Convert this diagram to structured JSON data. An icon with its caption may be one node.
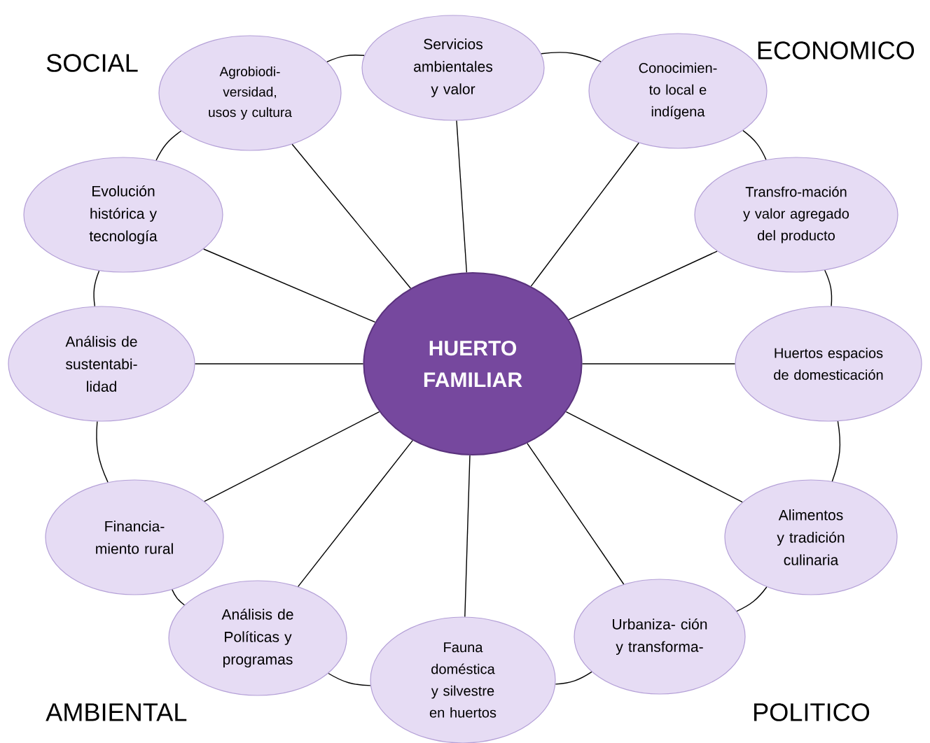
{
  "diagram": {
    "nodes": [
      {
        "text": [
          "HUERTO FAMILIAR"
        ]
      },
      {
        "text": [
          "Servicios ambientales y valor"
        ]
      },
      {
        "text": [
          "Conocimien- to local e indígena"
        ]
      },
      {
        "text": [
          "Transfro-mación y valor agregado del producto"
        ]
      },
      {
        "text": [
          "Huertos espacios de domesticación"
        ]
      },
      {
        "text": [
          "Alimentos y tradición culinaria"
        ]
      },
      {
        "text": [
          "Urbaniza- ción y transforma-"
        ]
      },
      {
        "text": [
          "Fauna doméstica y silvestre en huertos"
        ]
      },
      {
        "text": [
          "Análisis de Políticas y programas"
        ]
      },
      {
        "text": [
          "Financia- miento rural"
        ]
      },
      {
        "text": [
          "Análisis de sustentabi- lidad"
        ]
      },
      {
        "text": [
          "Evolución histórica y tecnología"
        ]
      },
      {
        "text": [
          "Agrobiodi- versidad, usos y cultura"
        ]
      }
    ],
    "edges": [
      {
        "from": 0,
        "to": 1,
        "arrow": "none"
      },
      {
        "from": 0,
        "to": 2,
        "arrow": "none"
      },
      {
        "from": 0,
        "to": 3,
        "arrow": "none"
      },
      {
        "from": 0,
        "to": 4,
        "arrow": "none"
      },
      {
        "from": 0,
        "to": 5,
        "arrow": "none"
      },
      {
        "from": 0,
        "to": 6,
        "arrow": "none"
      },
      {
        "from": 0,
        "to": 7,
        "arrow": "none"
      },
      {
        "from": 0,
        "to": 8,
        "arrow": "none"
      },
      {
        "from": 0,
        "to": 9,
        "arrow": "none"
      },
      {
        "from": 0,
        "to": 10,
        "arrow": "none"
      },
      {
        "from": 0,
        "to": 11,
        "arrow": "none"
      },
      {
        "from": 0,
        "to": 12,
        "arrow": "none"
      },
      {
        "from": 1,
        "to": 2,
        "arrow": "none"
      },
      {
        "from": 2,
        "to": 3,
        "arrow": "none"
      },
      {
        "from": 3,
        "to": 4,
        "arrow": "none"
      },
      {
        "from": 4,
        "to": 5,
        "arrow": "none"
      },
      {
        "from": 5,
        "to": 6,
        "arrow": "none"
      },
      {
        "from": 6,
        "to": 7,
        "arrow": "none"
      },
      {
        "from": 7,
        "to": 8,
        "arrow": "none"
      },
      {
        "from": 8,
        "to": 9,
        "arrow": "none"
      },
      {
        "from": 9,
        "to": 10,
        "arrow": "none"
      },
      {
        "from": 10,
        "to": 11,
        "arrow": "none"
      },
      {
        "from": 11,
        "to": 12,
        "arrow": "none"
      },
      {
        "from": 12,
        "to": 1,
        "arrow": "none"
      }
    ],
    "labels": [
      "SOCIAL",
      "ECONOMICO",
      "AMBIENTAL",
      "POLITICO"
    ]
  }
}
